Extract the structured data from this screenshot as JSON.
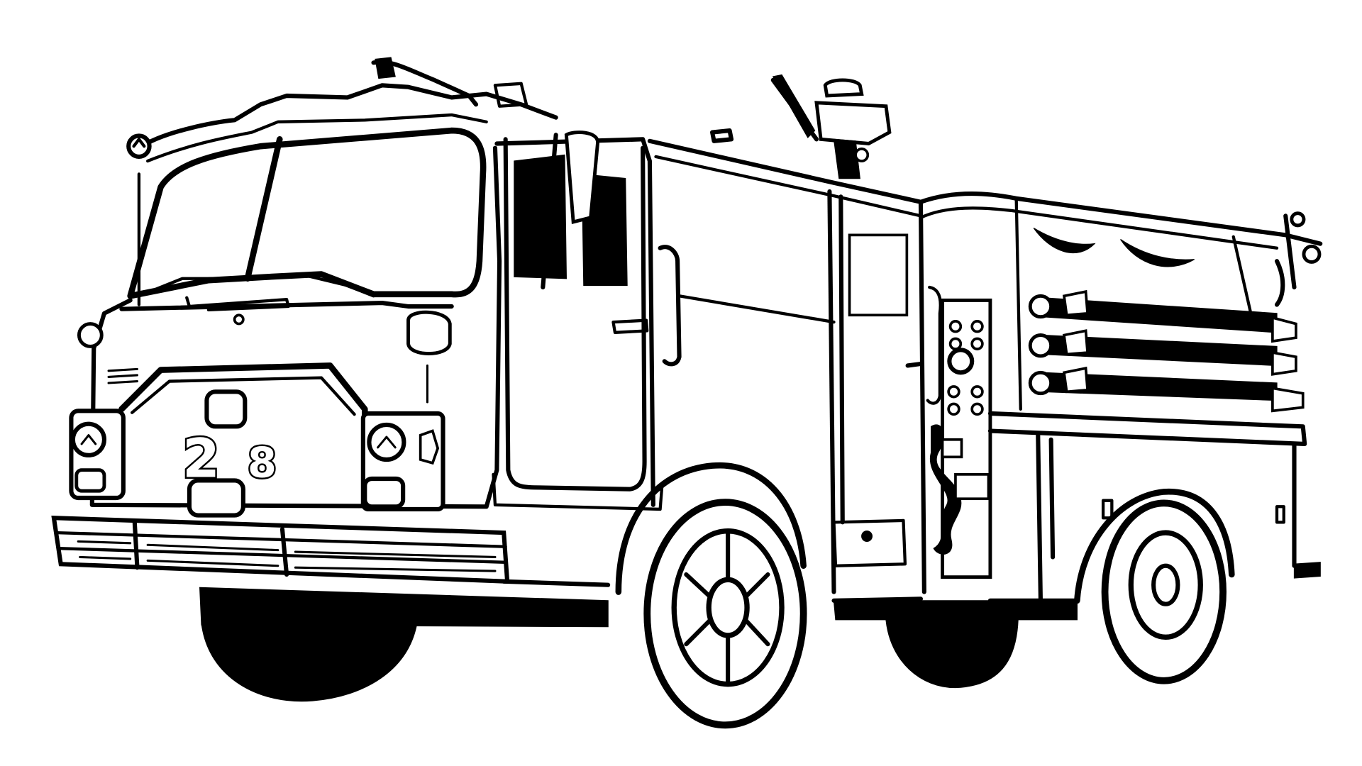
{
  "image": {
    "subject": "fire truck coloring page",
    "style": "black line art on white",
    "background_color": "#ffffff",
    "line_color": "#000000"
  },
  "truck": {
    "unit_number_left": "2",
    "unit_number_right": "8",
    "unit_number": "28"
  }
}
